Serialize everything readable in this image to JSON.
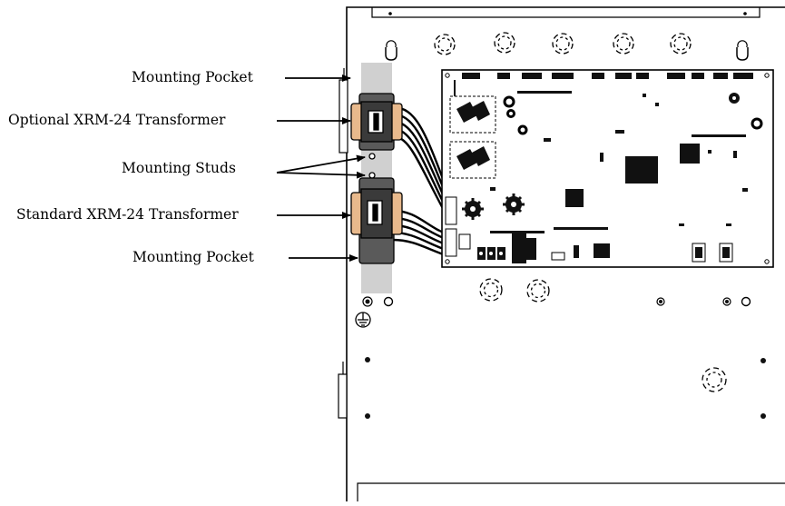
{
  "callouts": {
    "mounting_pocket_top": "Mounting Pocket",
    "optional_transformer": "Optional XRM-24 Transformer",
    "mounting_studs": "Mounting Studs",
    "standard_transformer": "Standard XRM-24 Transformer",
    "mounting_pocket_bottom": "Mounting Pocket"
  },
  "colors": {
    "line": "#000000",
    "transformer_body": "#5a5a5a",
    "transformer_core": "#3a3a3a",
    "winding": "#e8b98c",
    "pocket": "#d0d0d0",
    "chip": "#111111"
  }
}
